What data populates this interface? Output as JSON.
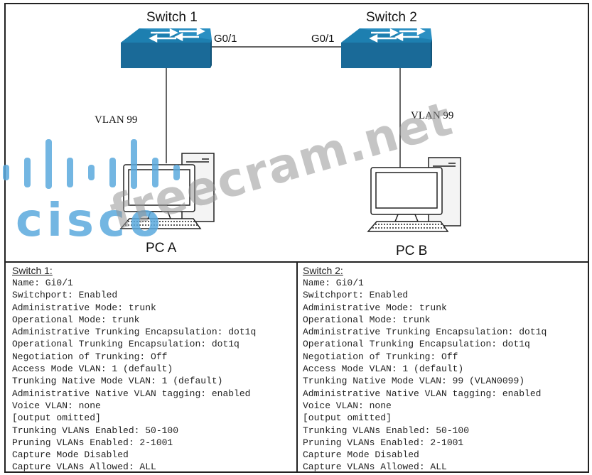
{
  "diagram": {
    "switch1": {
      "name": "Switch 1",
      "port": "G0/1",
      "vlan_label": "VLAN 99"
    },
    "switch2": {
      "name": "Switch 2",
      "port": "G0/1",
      "vlan_label": "VLAN 99"
    },
    "pc_a": {
      "name": "PC A"
    },
    "pc_b": {
      "name": "PC B"
    },
    "colors": {
      "switch_top": "#1d7fb0",
      "switch_side": "#1a5f86",
      "line": "#333333"
    }
  },
  "watermarks": {
    "logo": "cisco",
    "site": "freecram.net",
    "logo_color": "#5aa9dd"
  },
  "switch1_output": {
    "title": "Switch 1:",
    "lines": [
      "Name: Gi0/1",
      "Switchport: Enabled",
      "Administrative Mode: trunk",
      "Operational Mode: trunk",
      "Administrative Trunking Encapsulation: dot1q",
      "Operational Trunking Encapsulation: dot1q",
      "Negotiation of Trunking: Off",
      "Access Mode VLAN: 1 (default)",
      "Trunking Native Mode VLAN: 1 (default)",
      "Administrative Native VLAN tagging: enabled",
      "Voice VLAN: none",
      "[output omitted]",
      "Trunking VLANs Enabled: 50-100",
      "Pruning VLANs Enabled: 2-1001",
      "Capture Mode Disabled",
      "Capture VLANs Allowed: ALL"
    ]
  },
  "switch2_output": {
    "title": "Switch 2:",
    "lines": [
      "Name: Gi0/1",
      "Switchport: Enabled",
      "Administrative Mode: trunk",
      "Operational Mode: trunk",
      "Administrative Trunking Encapsulation: dot1q",
      "Operational Trunking Encapsulation: dot1q",
      "Negotiation of Trunking: Off",
      "Access Mode VLAN: 1 (default)",
      "Trunking Native Mode VLAN: 99 (VLAN0099)",
      "Administrative Native VLAN tagging: enabled",
      "Voice VLAN: none",
      "[output omitted]",
      "Trunking VLANs Enabled: 50-100",
      "Pruning VLANs Enabled: 2-1001",
      "Capture Mode Disabled",
      "Capture VLANs Allowed: ALL"
    ]
  }
}
